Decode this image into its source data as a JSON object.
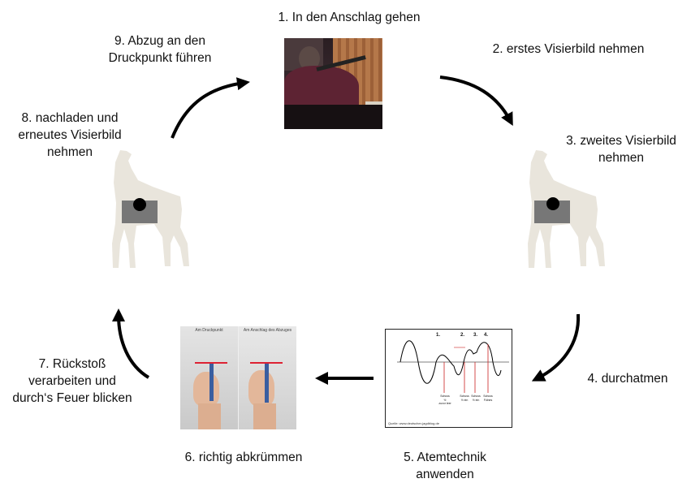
{
  "steps": [
    {
      "n": "1.",
      "text": "In den Anschlag gehen"
    },
    {
      "n": "2.",
      "text": "erstes Visierbild nehmen"
    },
    {
      "n": "3.",
      "line1": "zweites Visierbild",
      "line2": "nehmen"
    },
    {
      "n": "4.",
      "text": "durchatmen"
    },
    {
      "n": "5.",
      "line1": "Atemtechnik",
      "line2": "anwenden"
    },
    {
      "n": "6.",
      "text": "richtig abkrümmen"
    },
    {
      "n": "7.",
      "line1": "Rückstoß",
      "line2": "verarbeiten und",
      "line3": "durch‘s Feuer blicken"
    },
    {
      "n": "8.",
      "line1": "nachladen und",
      "line2": "erneutes Visierbild",
      "line3": "nehmen"
    },
    {
      "n": "9.",
      "line1": "Abzug an den",
      "line2": "Druckpunkt führen"
    }
  ],
  "hand_photo": {
    "caption_left": "Am Druckpunkt",
    "caption_right": "Am Anschlag des Abzuges"
  },
  "breath_chart": {
    "marks": [
      "1.",
      "2.",
      "3.",
      "4."
    ],
    "notes": [
      {
        "l1": "Schuss",
        "l2": "½",
        "l3": "zuvor leer"
      },
      {
        "l1": "Schuss",
        "l2": "½ ein"
      },
      {
        "l1": "Schuss",
        "l2": "½ ein"
      },
      {
        "l1": "Schuss",
        "l2": "Fülnes"
      }
    ],
    "source": "Quelle: www.deutscher-jagdblog.de"
  },
  "colors": {
    "deer": "#e9e5dc",
    "arrow": "#000000",
    "target_box": "#777777",
    "dot": "#000000",
    "chart_marker": "#cc2222"
  }
}
